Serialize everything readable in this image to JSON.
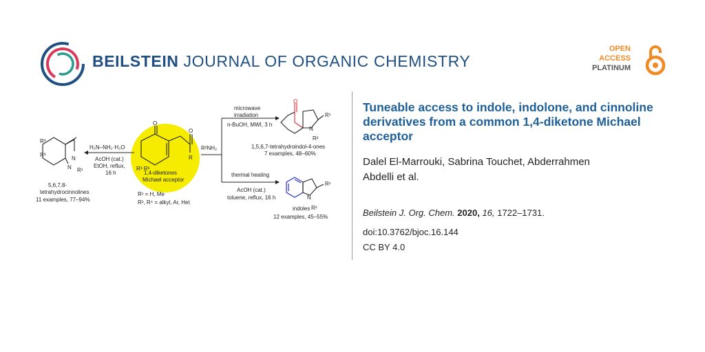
{
  "journal": {
    "name_bold": "BEILSTEIN",
    "name_rest": " JOURNAL OF ORGANIC CHEMISTRY"
  },
  "open_access": {
    "line1": "OPEN",
    "line2": "ACCESS",
    "line3": "PLATINUM"
  },
  "article": {
    "title": "Tuneable access to indole, indolone, and cinnoline derivatives from a common 1,4-diketone Michael acceptor",
    "authors": "Dalel El-Marrouki, Sabrina Touchet, Abderrahmen Abdelli et al.",
    "citation": {
      "journal": "Beilstein J. Org. Chem.",
      "year": "2020,",
      "volume": "16,",
      "pages": "1722–1731."
    },
    "doi": "doi:10.3762/bjoc.16.144",
    "license": "CC BY 4.0"
  },
  "scheme": {
    "center_label_1": "1,4-diketones",
    "center_label_2": "Michael acceptor",
    "center_r1": "R",
    "left_reagent": "H₂N–NH₂·H₂O",
    "left_cond_1": "AcOH (cat.)",
    "left_cond_2": "EtOH, reflux,",
    "left_cond_3": "16 h",
    "left_product_1": "5,6,7,8-",
    "left_product_2": "tetrahydrocinnolines",
    "left_product_3": "11 examples, 77–94%",
    "amine": "R²NH₂",
    "sub_1": "R¹ = H, Me",
    "sub_2": "R², R⁴ = alkyl, Ar, Het",
    "top_cond_1": "microwave",
    "top_cond_2": "irradiation",
    "top_cond_3": "n-BuOH, MWI, 3 h",
    "top_product_1": "1,5,6,7-tetrahydroindol-4-ones",
    "top_product_2": "7 examples, 48–60%",
    "bottom_cond_1": "thermal heating",
    "bottom_cond_2": "AcOH (cat.)",
    "bottom_cond_3": "toluene, reflux, 16 h",
    "bottom_product_1": "indoles",
    "bottom_product_2": "12 examples, 45–55%",
    "colors": {
      "highlight": "#f5ec00",
      "carbonyl": "#e8202a",
      "indole": "#2a35c8"
    }
  }
}
